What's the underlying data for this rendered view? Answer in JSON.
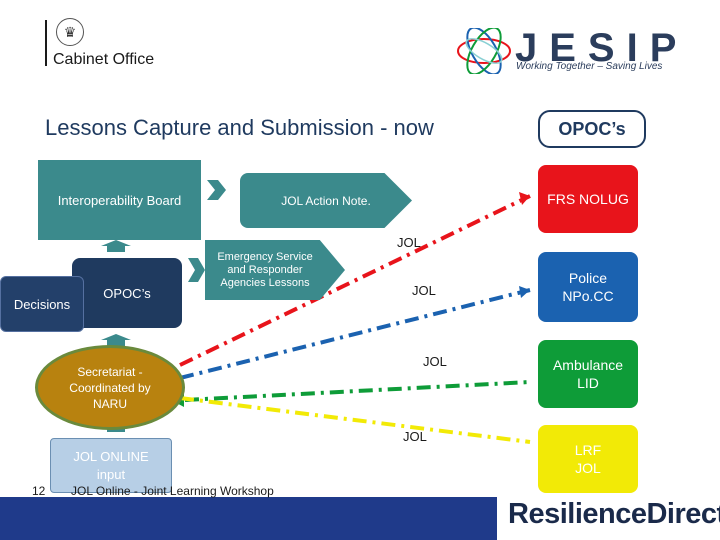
{
  "header": {
    "cabinet_office": "Cabinet Office",
    "jesip_word": "JESIP",
    "jesip_tagline": "Working Together – Saving Lives"
  },
  "title": "Lessons Capture and Submission - now",
  "diagram": {
    "interoperability_board": "Interoperability Board",
    "jol_action_note": "JOL Action Note.",
    "decisions": "Decisions",
    "opoc_inner": "OPOC’s",
    "emergency_service": "Emergency Service and Responder Agencies Lessons",
    "secretariat": "Secretariat - Coordinated by NARU",
    "jol_online": "JOL ONLINE input",
    "jol_labels": [
      "JOL",
      "JOL",
      "JOL",
      "JOL"
    ]
  },
  "opocs": {
    "title": "OPOC’s",
    "boxes": [
      {
        "label": "FRS NOLUG",
        "color": "#e8141b"
      },
      {
        "label": "Police NPo.CC",
        "color": "#1b62b0"
      },
      {
        "label": "Ambulance LID",
        "color": "#0e9c38"
      },
      {
        "label": "LRF JOL",
        "color": "#f2ea06"
      }
    ]
  },
  "footer": {
    "page_number": "12",
    "text": "JOL Online - Joint Learning Workshop",
    "resilience_direct": "ResilienceDirect"
  }
}
